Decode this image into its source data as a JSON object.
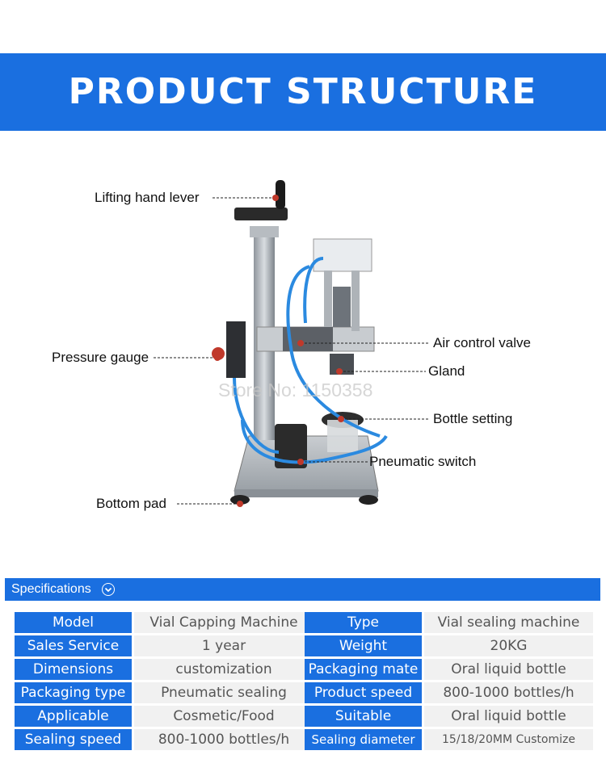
{
  "header": {
    "title": "PRODUCT STRUCTURE"
  },
  "diagram": {
    "labels": {
      "lifting_hand_lever": "Lifting hand lever",
      "pressure_gauge": "Pressure gauge",
      "air_control_valve": "Air control valve",
      "gland": "Gland",
      "bottle_setting": "Bottle setting",
      "pneumatic_switch": "Pneumatic switch",
      "bottom_pad": "Bottom pad"
    },
    "watermark": "Store No: 1150358"
  },
  "specifications": {
    "title": "Specifications",
    "rows": [
      {
        "k1": "Model",
        "v1": "Vial Capping Machine",
        "k2": "Type",
        "v2": "Vial sealing machine"
      },
      {
        "k1": "Sales Service",
        "v1": "1 year",
        "k2": "Weight",
        "v2": "20KG"
      },
      {
        "k1": "Dimensions",
        "v1": "customization",
        "k2": "Packaging mate",
        "v2": "Oral liquid bottle"
      },
      {
        "k1": "Packaging type",
        "v1": "Pneumatic sealing",
        "k2": "Product speed",
        "v2": "800-1000 bottles/h"
      },
      {
        "k1": "Applicable",
        "v1": "Cosmetic/Food",
        "k2": "Suitable",
        "v2": "Oral liquid bottle"
      },
      {
        "k1": "Sealing speed",
        "v1": "800-1000 bottles/h",
        "k2": "Sealing diameter",
        "v2": "15/18/20MM Customize"
      }
    ]
  },
  "colors": {
    "accent": "#1a6fe0",
    "cell_bg": "#f1f1f1"
  }
}
